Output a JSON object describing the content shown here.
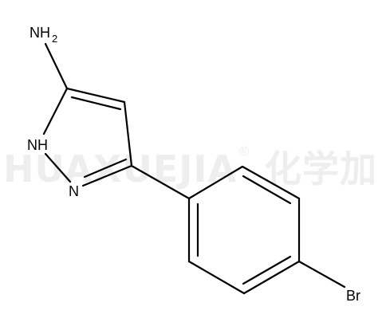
{
  "watermark": {
    "text": "HUAXUEJIA",
    "registered": "®",
    "chinese": "化学加"
  },
  "molecule": {
    "atoms": {
      "amine": {
        "main": "NH",
        "subscript": "2"
      },
      "nh": "NH",
      "n": "N",
      "br": "Br"
    }
  },
  "colors": {
    "bond": "#000000",
    "watermark": "#eeeeee",
    "background": "#ffffff"
  }
}
